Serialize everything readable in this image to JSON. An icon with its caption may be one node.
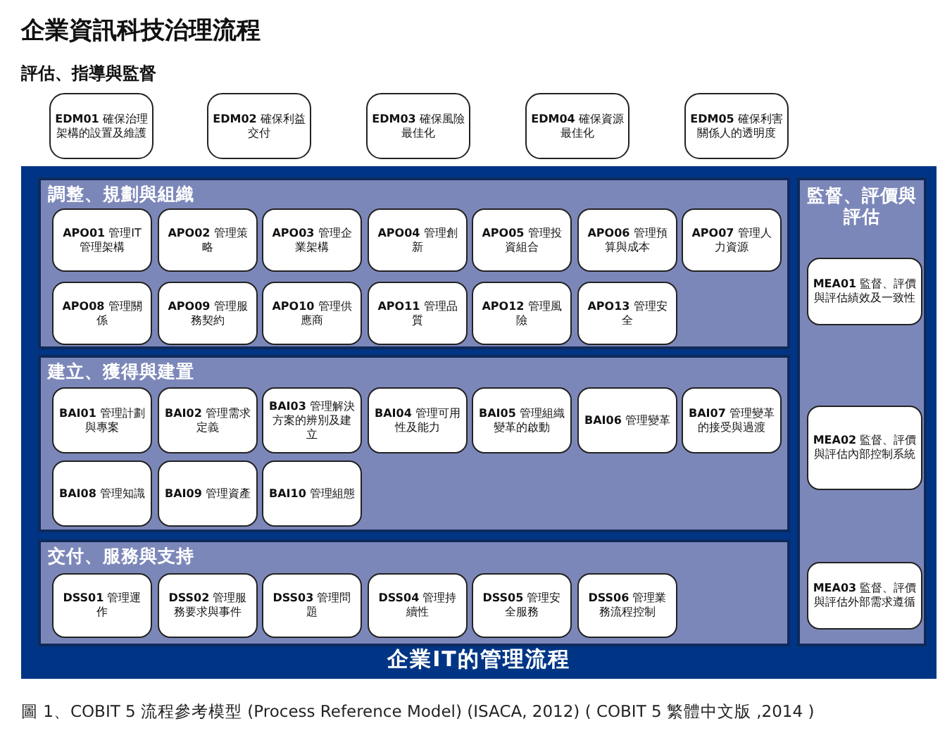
{
  "diagram": {
    "title": "企業資訊科技治理流程",
    "caption": "圖 1、COBIT 5 流程參考模型 (Process Reference Model) (ISACA, 2012) ( COBIT 5 繁體中文版 ,2014 )",
    "labels": [
      "評估、指導與監督"
    ],
    "nodes": [
      {
        "text": [
          "**EDM01** 確保治理架構的設置及維護"
        ]
      },
      {
        "text": [
          "**EDM02** 確保利益交付"
        ]
      },
      {
        "text": [
          "**EDM03** 確保風險最佳化"
        ]
      },
      {
        "text": [
          "**EDM04** 確保資源最佳化"
        ]
      },
      {
        "text": [
          "**EDM05** 確保利害關係人的透明度"
        ]
      },
      {
        "text": [
          "企業IT的管理流程"
        ]
      },
      {
        "text": [
          "調整、規劃與組織"
        ],
        "in": 5
      },
      {
        "text": [
          "**APO01** 管理IT管理架構"
        ],
        "in": 6
      },
      {
        "text": [
          "**APO02** 管理策略"
        ],
        "in": 6
      },
      {
        "text": [
          "**APO03** 管理企業架構"
        ],
        "in": 6
      },
      {
        "text": [
          "**APO04** 管理創新"
        ],
        "in": 6
      },
      {
        "text": [
          "**APO05** 管理投資組合"
        ],
        "in": 6
      },
      {
        "text": [
          "**APO06** 管理預算與成本"
        ],
        "in": 6
      },
      {
        "text": [
          "**APO07** 管理人力資源"
        ],
        "in": 6
      },
      {
        "text": [
          "**APO08** 管理關係"
        ],
        "in": 6
      },
      {
        "text": [
          "**APO09** 管理服務契約"
        ],
        "in": 6
      },
      {
        "text": [
          "**APO10** 管理供應商"
        ],
        "in": 6
      },
      {
        "text": [
          "**APO11** 管理品質"
        ],
        "in": 6
      },
      {
        "text": [
          "**APO12** 管理風險"
        ],
        "in": 6
      },
      {
        "text": [
          "**APO13** 管理安全"
        ],
        "in": 6
      },
      {
        "text": [
          "建立、獲得與建置"
        ],
        "in": 5
      },
      {
        "text": [
          "**BAI01** 管理計劃與專案"
        ],
        "in": 20
      },
      {
        "text": [
          "**BAI02** 管理需求定義"
        ],
        "in": 20
      },
      {
        "text": [
          "**BAI03** 管理解決方案的辨別及建立"
        ],
        "in": 20
      },
      {
        "text": [
          "**BAI04** 管理可用性及能力"
        ],
        "in": 20
      },
      {
        "text": [
          "**BAI05** 管理組織變革的啟動"
        ],
        "in": 20
      },
      {
        "text": [
          "**BAI06** 管理變革"
        ],
        "in": 20
      },
      {
        "text": [
          "**BAI07** 管理變革的接受與過渡"
        ],
        "in": 20
      },
      {
        "text": [
          "**BAI08** 管理知識"
        ],
        "in": 20
      },
      {
        "text": [
          "**BAI09** 管理資產"
        ],
        "in": 20
      },
      {
        "text": [
          "**BAI10** 管理組態"
        ],
        "in": 20
      },
      {
        "text": [
          "交付、服務與支持"
        ],
        "in": 5
      },
      {
        "text": [
          "**DSS01** 管理運作"
        ],
        "in": 31
      },
      {
        "text": [
          "**DSS02** 管理服務要求與事件"
        ],
        "in": 31
      },
      {
        "text": [
          "**DSS03** 管理問題"
        ],
        "in": 31
      },
      {
        "text": [
          "**DSS04** 管理持續性"
        ],
        "in": 31
      },
      {
        "text": [
          "**DSS05** 管理安全服務"
        ],
        "in": 31
      },
      {
        "text": [
          "**DSS06** 管理業務流程控制"
        ],
        "in": 31
      },
      {
        "text": [
          "監督、評價與評估"
        ],
        "in": 5
      },
      {
        "text": [
          "**MEA01** 監督、評價與評估績效及一致性"
        ],
        "in": 38
      },
      {
        "text": [
          "**MEA02** 監督、評價與評估內部控制系統"
        ],
        "in": 38
      },
      {
        "text": [
          "**MEA03** 監督、評價與評估外部需求遵循"
        ],
        "in": 38
      }
    ]
  }
}
